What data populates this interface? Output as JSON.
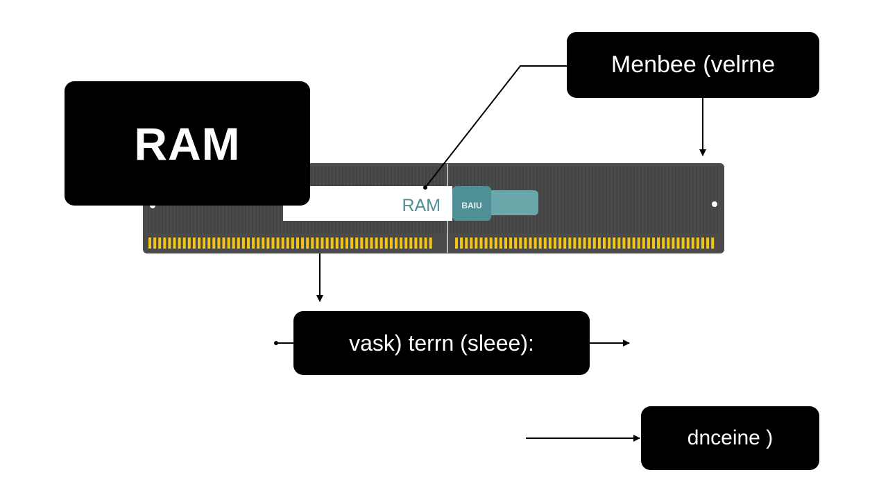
{
  "ram_label": "RAM",
  "module": {
    "sticker_text": "RAM",
    "tab_text": "BAIU",
    "pcb_color": "#4a4a4a",
    "contact_color": "#f2c417",
    "tab_color": "#6aa7ab",
    "sticker_text_color": "#4f8f96"
  },
  "callouts": {
    "top": "Menbee (velrne",
    "middle": "vask) terrn (sleee):",
    "bottom": "dnceine )"
  }
}
